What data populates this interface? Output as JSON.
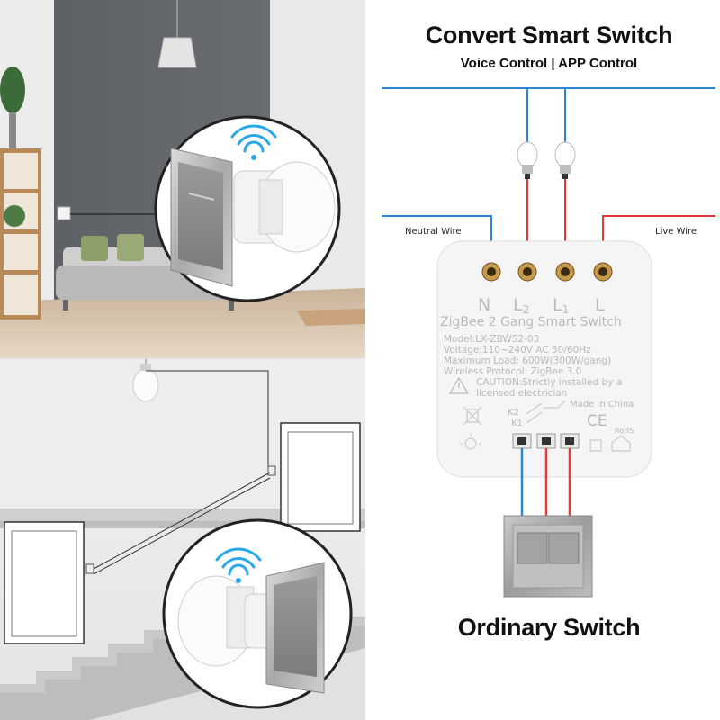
{
  "header": {
    "title": "Convert Smart Switch",
    "subtitle": "Voice Control | APP Control"
  },
  "wires": {
    "neutral_label": "Neutral Wire",
    "live_label": "Live Wire",
    "neutral_color": "#2b86d6",
    "live_color": "#e03a3a"
  },
  "module": {
    "terminals": [
      {
        "letter": "N",
        "index": ""
      },
      {
        "letter": "L",
        "index": "2"
      },
      {
        "letter": "L",
        "index": "1"
      },
      {
        "letter": "L",
        "index": ""
      }
    ],
    "title": "ZigBee 2 Gang Smart Switch",
    "specs": [
      "Model:LX-ZBWS2-03",
      "Voltage:110~240V AC 50/60Hz",
      "Maximum Load: 600W(300W/gang)",
      "Wireless Protocol: ZigBee 3.0"
    ],
    "caution": "CAUTION:Strictly installed by a licensed electrician",
    "made_in": "Made in China",
    "k2": "K2",
    "k1": "K1",
    "ce_mark": "CE",
    "rohs_mark": "RoHS"
  },
  "footer": {
    "title": "Ordinary Switch"
  }
}
